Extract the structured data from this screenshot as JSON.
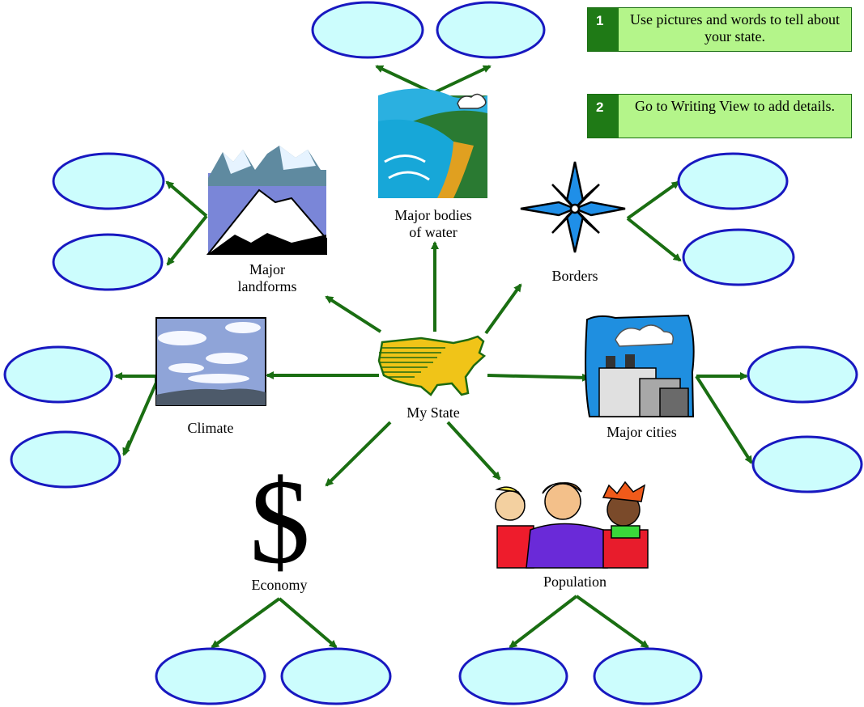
{
  "center": {
    "label": "My State",
    "icon": "us-map-icon"
  },
  "topics": [
    {
      "id": "landforms",
      "label": "Major\nlandforms",
      "icon": "mountains-icon"
    },
    {
      "id": "water",
      "label": "Major bodies\nof water",
      "icon": "coast-icon"
    },
    {
      "id": "borders",
      "label": "Borders",
      "icon": "compass-rose-icon"
    },
    {
      "id": "climate",
      "label": "Climate",
      "icon": "clouds-icon"
    },
    {
      "id": "cities",
      "label": "Major cities",
      "icon": "factory-icon"
    },
    {
      "id": "economy",
      "label": "Economy",
      "icon": "dollar-icon",
      "glyph": "$"
    },
    {
      "id": "population",
      "label": "Population",
      "icon": "people-icon"
    }
  ],
  "instructions": [
    {
      "number": "1",
      "text": "Use pictures and words to tell about your state."
    },
    {
      "number": "2",
      "text": "Go to Writing View to add details."
    }
  ],
  "colors": {
    "arrow": "#1a6e12",
    "bubble_fill": "#ccfdfd",
    "bubble_stroke": "#1818c0",
    "instruction_fill": "#b4f58a",
    "instruction_number_fill": "#1f7a16"
  }
}
